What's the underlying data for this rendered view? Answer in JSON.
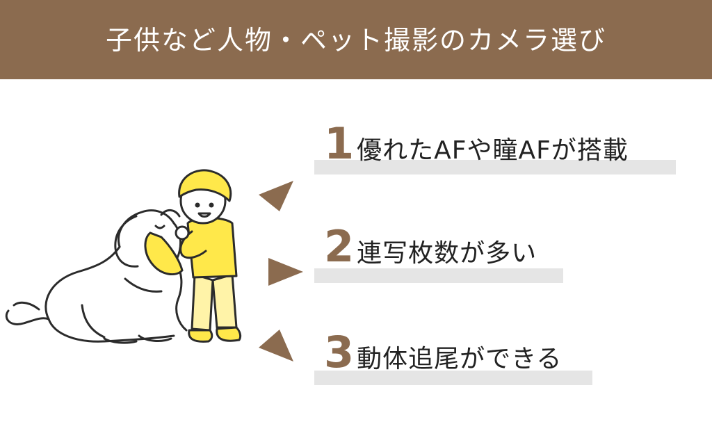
{
  "header": {
    "title": "子供など人物・ペット撮影のカメラ選び"
  },
  "colors": {
    "brand_brown": "#8b6b4f",
    "bar_gray": "#e5e5e5",
    "kid_yellow": "#ffe84a",
    "kid_pale": "#fff3a8"
  },
  "illustration": {
    "subject_icons": [
      "child-icon",
      "dog-icon"
    ]
  },
  "items": [
    {
      "num": "1",
      "text": "優れたAFや瞳AFが搭載"
    },
    {
      "num": "2",
      "text": "連写枚数が多い"
    },
    {
      "num": "3",
      "text": "動体追尾ができる"
    }
  ]
}
